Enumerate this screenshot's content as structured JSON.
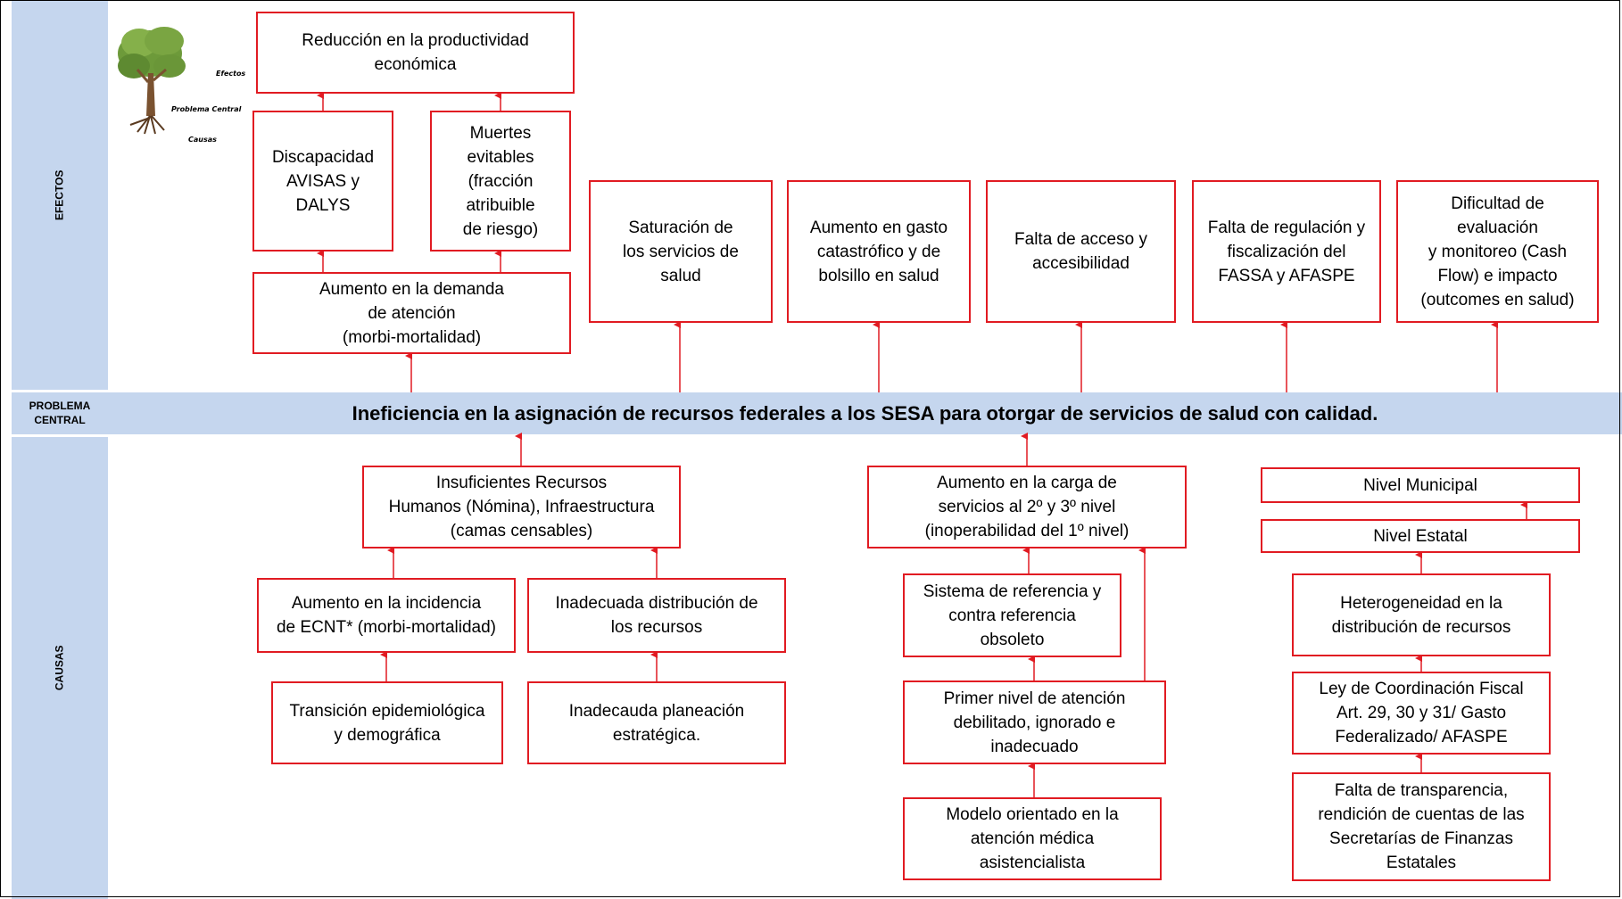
{
  "sections": {
    "efectos": "EFECTOS",
    "problema": "PROBLEMA\nCENTRAL",
    "causas": "CAUSAS"
  },
  "problema_central": "Ineficiencia en la asignación de recursos federales a los SESA para otorgar de servicios de salud con calidad.",
  "tree_legend": {
    "efectos": "Efectos",
    "problema": "Problema Central",
    "causas": "Causas"
  },
  "efectos": {
    "reduccion": "Reducción en la productividad\neconómica",
    "discapacidad": "Discapacidad\nAVISAS y\nDALYS",
    "muertes": "Muertes\nevitables\n(fracción\natribuible\nde riesgo)",
    "demanda": "Aumento en la demanda\nde atención\n(morbi-mortalidad)",
    "saturacion": "Saturación de\nlos servicios de\nsalud",
    "gasto": "Aumento en gasto\ncatastrófico y de\nbolsillo en salud",
    "acceso": "Falta de acceso y\naccesibilidad",
    "regulacion": "Falta de regulación y\nfiscalización del\nFASSA y AFASPE",
    "evaluacion": "Dificultad de\nevaluación\ny monitoreo (Cash\nFlow) e impacto\n(outcomes en salud)"
  },
  "causas": {
    "recursos": "Insuficientes Recursos\nHumanos  (Nómina), Infraestructura\n(camas censables)",
    "incidencia": "Aumento en la incidencia\nde ECNT* (morbi-mortalidad)",
    "distribucion": "Inadecuada distribución de\nlos recursos",
    "transicion": "Transición epidemiológica\ny demográfica",
    "planeacion": "Inadecauda planeación\nestratégica.",
    "carga": "Aumento en la carga de\nservicios al 2º  y 3º nivel\n(inoperabilidad del 1º nivel)",
    "referencia": "Sistema de referencia y\ncontra referencia\nobsoleto",
    "primer_nivel": "Primer nivel de atención\ndebilitado, ignorado e\ninadecuado",
    "modelo": "Modelo orientado en la\natención médica\nasistencialista",
    "municipal": "Nivel Municipal",
    "estatal": "Nivel Estatal",
    "heterogeneidad": "Heterogeneidad en la\ndistribución de recursos",
    "ley": "Ley de Coordinación Fiscal\nArt. 29, 30 y 31/ Gasto\nFederalizado/ AFASPE",
    "transparencia": "Falta de transparencia,\nrendición de cuentas de las\nSecretarías de Finanzas\nEstatales"
  },
  "colors": {
    "band": "#c5d6ee",
    "box_border": "#e11b22",
    "arrow": "#e11b22"
  }
}
